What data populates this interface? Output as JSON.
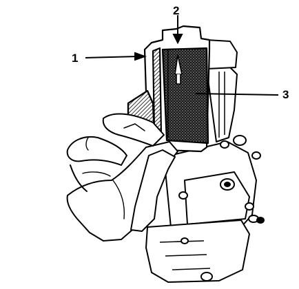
{
  "callouts": [
    {
      "id": "part-1",
      "label": "1"
    },
    {
      "id": "part-2",
      "label": "2"
    },
    {
      "id": "part-3",
      "label": "3"
    }
  ],
  "colors": {
    "ink": "#000000",
    "paper": "#ffffff",
    "stipple": "#3a3a3a"
  }
}
